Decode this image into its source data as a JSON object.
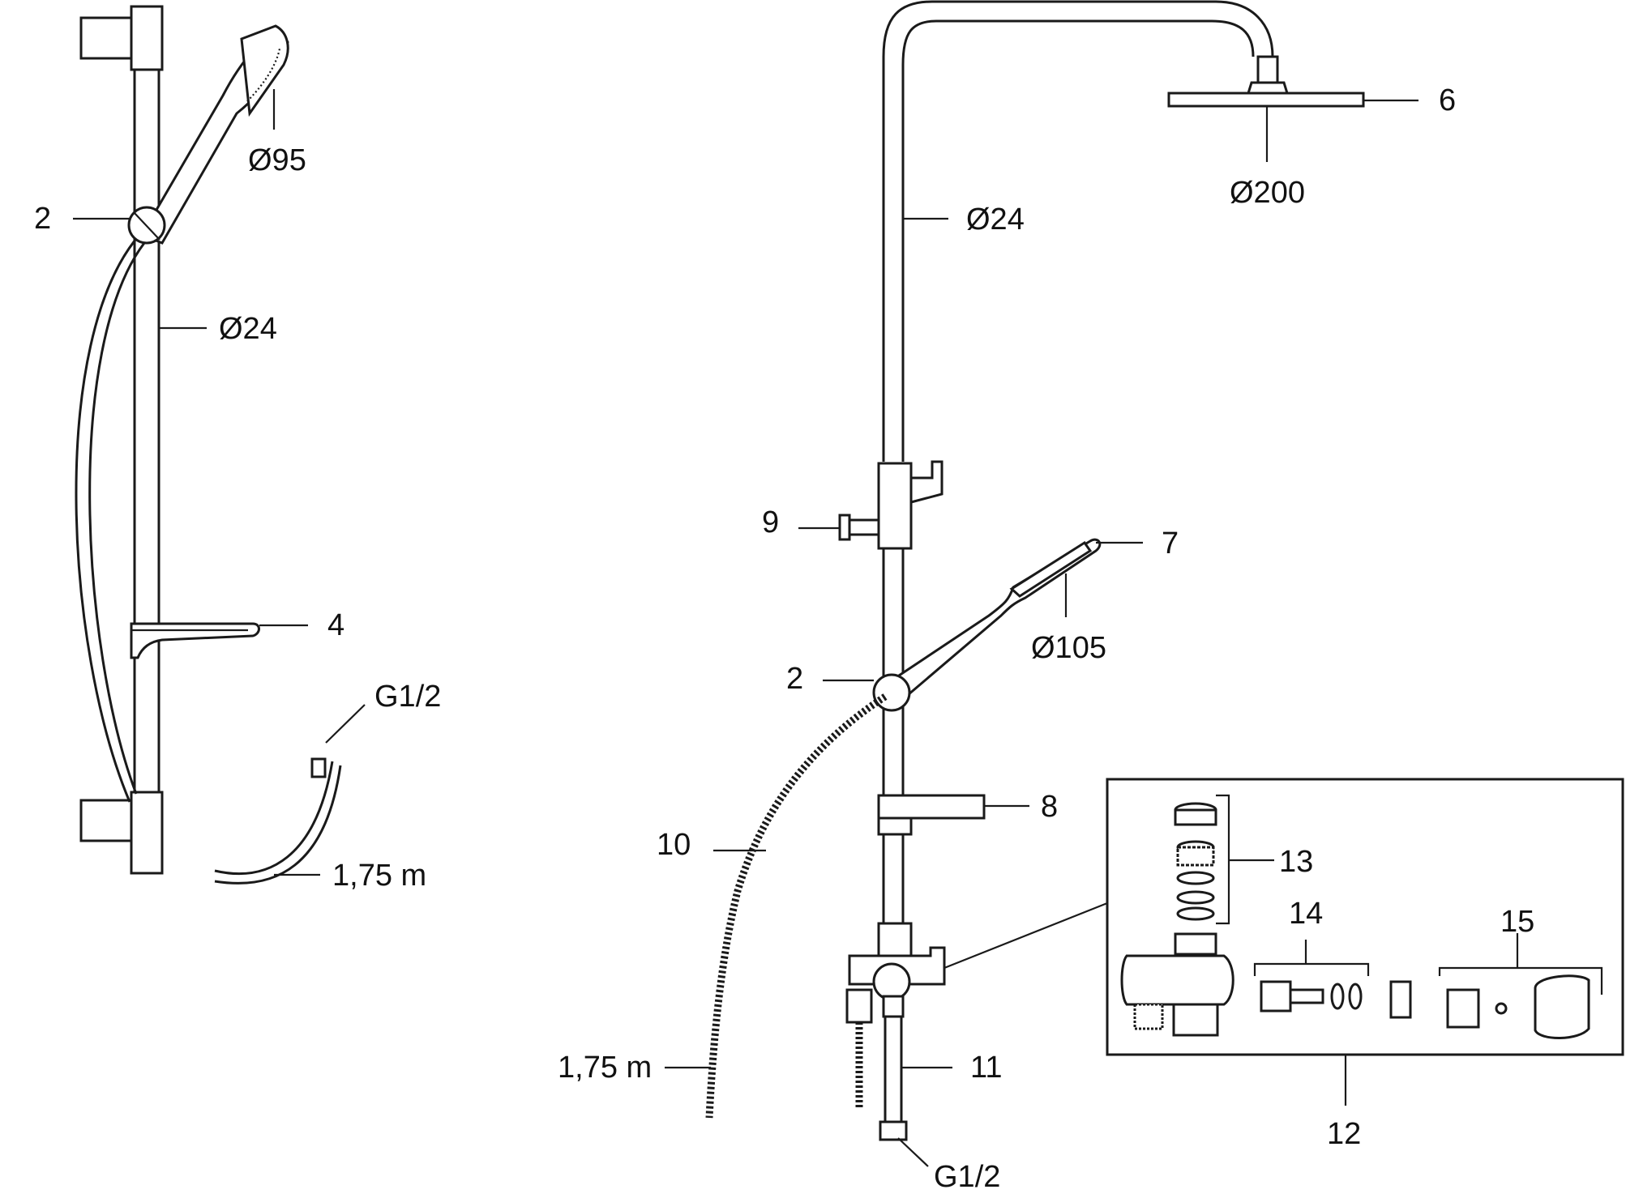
{
  "left_set": {
    "callout_2": "2",
    "dia_handshower": "Ø95",
    "dia_rail": "Ø24",
    "callout_4": "4",
    "thread": "G1/2",
    "hose_length": "1,75 m"
  },
  "right_set": {
    "callout_6": "6",
    "dia_head": "Ø200",
    "dia_riser": "Ø24",
    "callout_9": "9",
    "callout_7": "7",
    "dia_handshower": "Ø105",
    "callout_2": "2",
    "callout_8": "8",
    "callout_10": "10",
    "hose_length": "1,75 m",
    "callout_11": "11",
    "thread": "G1/2"
  },
  "spare_parts": {
    "callout_13": "13",
    "callout_14": "14",
    "callout_15": "15",
    "callout_12": "12"
  }
}
